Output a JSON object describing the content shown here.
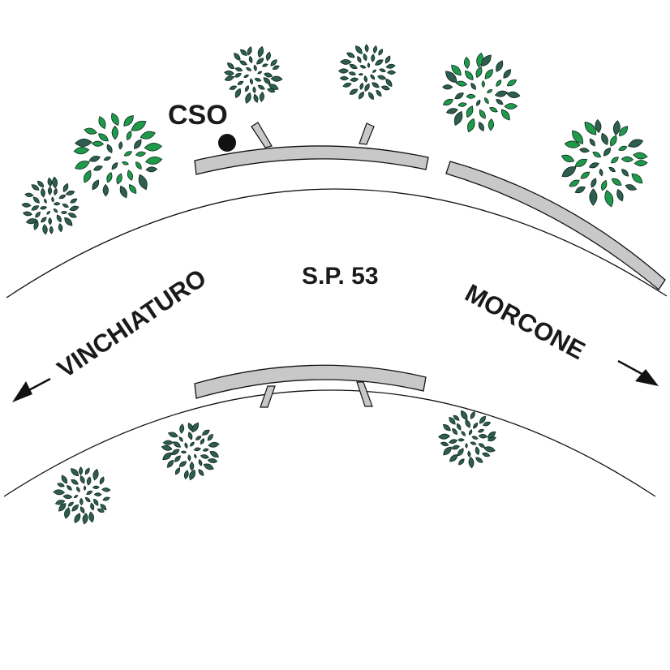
{
  "labels": {
    "road": "S.P. 53",
    "station": "CSO",
    "west": "VINCHIATURO",
    "east": "MORCONE"
  },
  "colors": {
    "line": "#111111",
    "barrier_fill": "#c8c8c8",
    "tree_dark": "#2f5e4e",
    "tree_light": "#1f9a4a",
    "marker": "#111111",
    "background": "#ffffff"
  },
  "icons": {
    "tree": "shrub-icon",
    "station": "station-dot-icon",
    "direction": "arrow-icon"
  }
}
